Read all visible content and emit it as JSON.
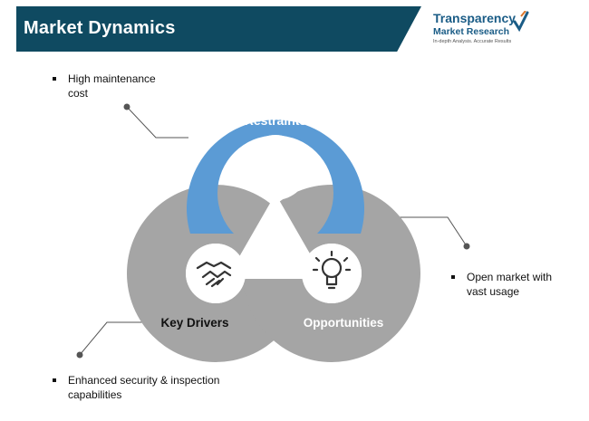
{
  "header": {
    "title": "Market Dynamics"
  },
  "brand": {
    "line1": "Transparency",
    "line2": "Market Research",
    "tagline": "In-depth Analysis. Accurate Results",
    "colors": {
      "primary": "#1a5c86",
      "accent": "#d9762b"
    }
  },
  "diagram": {
    "restraints": {
      "label": "Restraints",
      "color": "#5b9bd5"
    },
    "drivers": {
      "label": "Key Drivers",
      "icon": "handshake-icon",
      "color": "#a5a5a5"
    },
    "opportunities": {
      "label": "Opportunities",
      "icon": "lightbulb-icon",
      "color": "#a5a5a5"
    }
  },
  "bullets": {
    "restraint_1": {
      "line1": "High maintenance",
      "line2": "cost"
    },
    "opportunity_1": {
      "line1": "Open market with",
      "line2": "vast usage"
    },
    "driver_1": {
      "line1": "Enhanced security & inspection",
      "line2": "capabilities"
    }
  }
}
